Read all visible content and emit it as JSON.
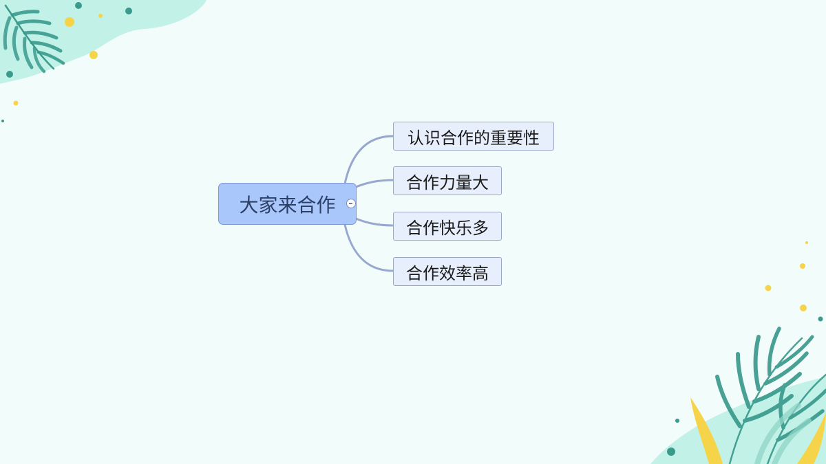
{
  "mindmap": {
    "root": {
      "label": "大家来合作"
    },
    "children": [
      {
        "label": "认识合作的重要性"
      },
      {
        "label": "合作力量大"
      },
      {
        "label": "合作快乐多"
      },
      {
        "label": "合作效率高"
      }
    ]
  },
  "colors": {
    "background": "#f2fcfb",
    "root_fill": "#aac7fb",
    "child_fill": "#e8effc",
    "connector": "#98a7d0",
    "leaf_teal": "#3a9a8c",
    "leaf_yellow": "#f5d44a",
    "blob_mint": "#b9efe3"
  },
  "icons": {
    "collapse": "minus-circle-icon"
  }
}
